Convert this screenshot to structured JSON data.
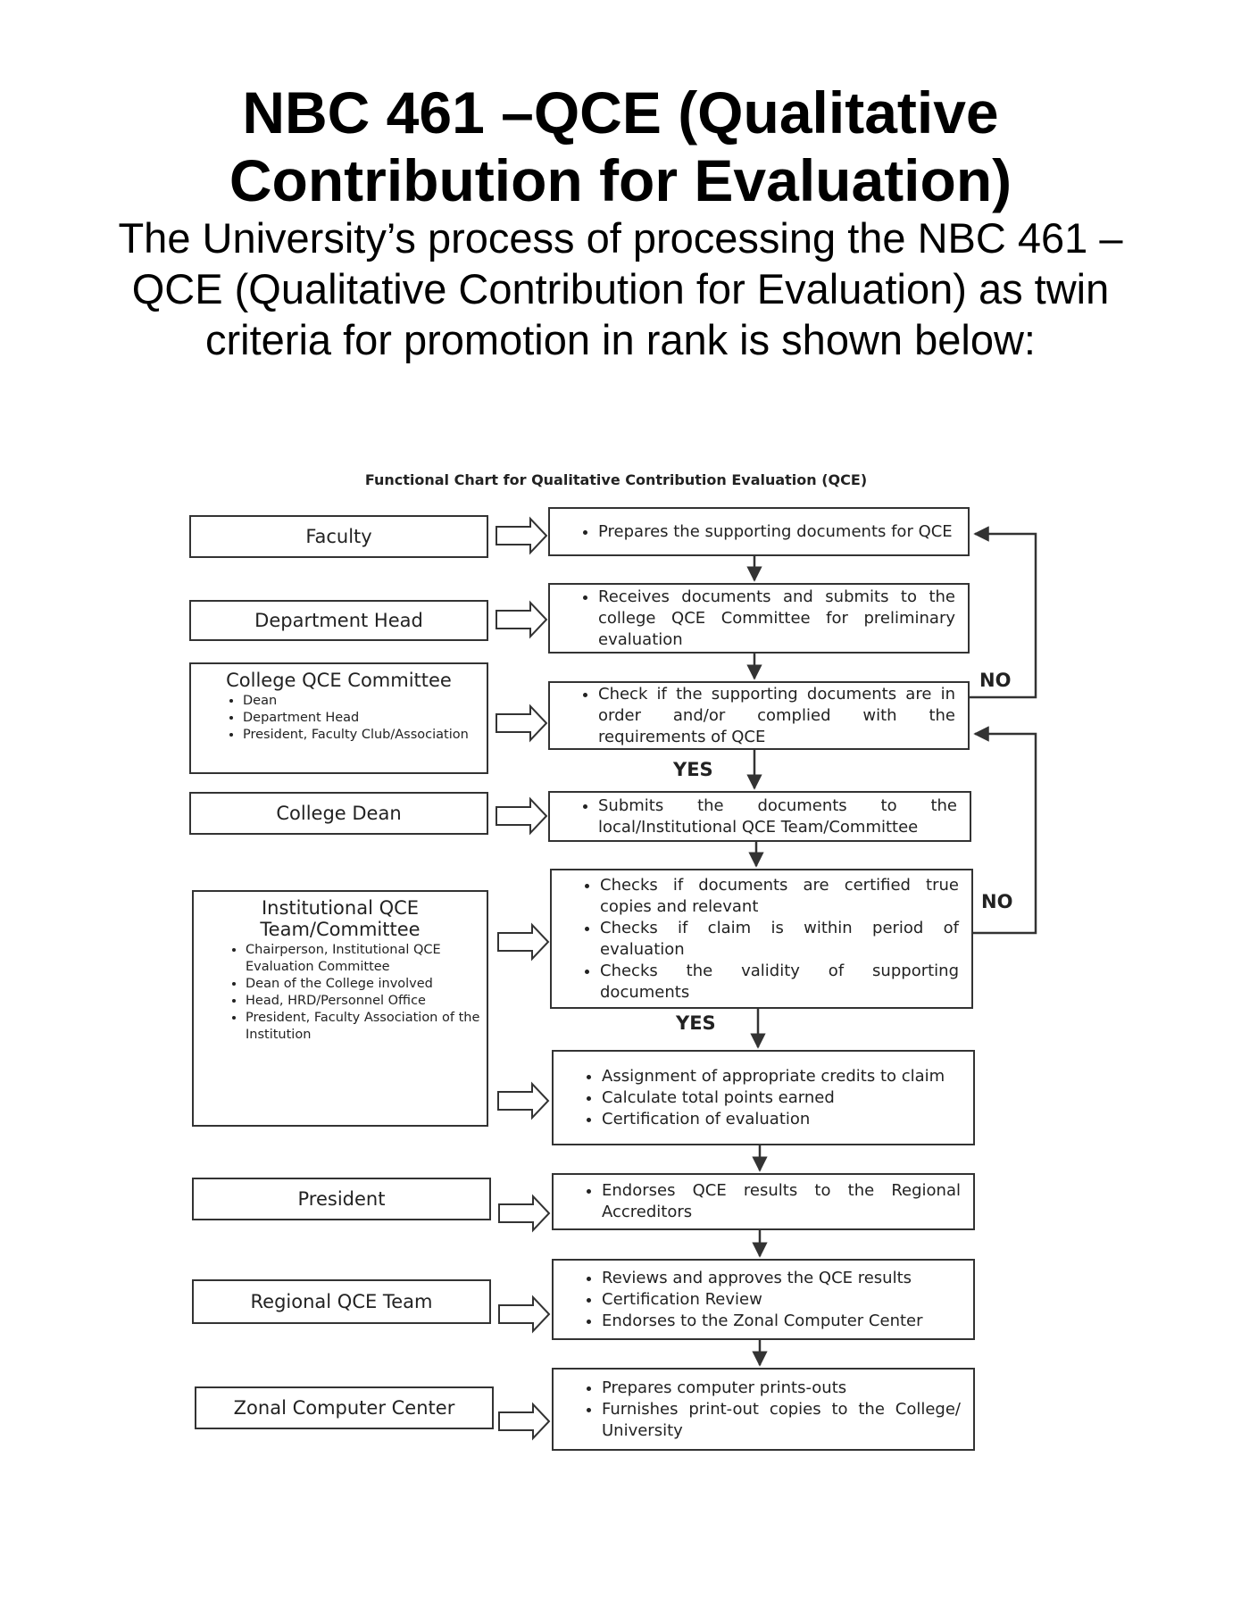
{
  "title": {
    "line1": "NBC 461 –QCE (Qualitative",
    "line2": "Contribution for Evaluation)"
  },
  "intro": {
    "line1": "The University’s process of processing the NBC 461 –",
    "line2": "QCE (Qualitative Contribution for Evaluation) as twin",
    "line3": "criteria for promotion in rank is shown below:"
  },
  "chart": {
    "title": "Functional Chart for Qualitative Contribution Evaluation (QCE)",
    "actors": {
      "faculty": {
        "label": "Faculty"
      },
      "department_head": {
        "label": "Department Head"
      },
      "college_committee": {
        "label": "College QCE Committee",
        "members": [
          "Dean",
          "Department Head",
          "President, Faculty Club/Association"
        ]
      },
      "college_dean": {
        "label": "College Dean"
      },
      "institutional_team": {
        "label_line1": "Institutional QCE",
        "label_line2": "Team/Committee",
        "members": [
          "Chairperson, Institutional QCE Evaluation Committee",
          "Dean of the College involved",
          "Head, HRD/Personnel Office",
          "President, Faculty Association of the Institution"
        ]
      },
      "president": {
        "label": "President"
      },
      "regional_team": {
        "label": "Regional QCE Team"
      },
      "zonal_center": {
        "label": "Zonal Computer Center"
      }
    },
    "steps": {
      "faculty": [
        "Prepares the supporting documents for QCE"
      ],
      "department_head": [
        "Receives documents and submits to the college QCE Committee for preliminary evaluation"
      ],
      "college_committee": [
        "Check if the supporting documents are in order and/or complied with the requirements of QCE"
      ],
      "college_dean": [
        "Submits the documents to the local/Institutional QCE Team/Committee"
      ],
      "institutional_check": [
        "Checks if documents are certified true copies and relevant",
        "Checks if claim is within period of evaluation",
        "Checks the validity of supporting documents"
      ],
      "institutional_eval": [
        "Assignment of appropriate credits to claim",
        "Calculate total points earned",
        "Certification of evaluation"
      ],
      "president": [
        "Endorses QCE results to the Regional Accreditors"
      ],
      "regional_team": [
        "Reviews and approves the QCE results",
        "Certification Review",
        "Endorses to the Zonal Computer Center"
      ],
      "zonal_center": [
        "Prepares computer prints-outs",
        "Furnishes print-out copies to the College/ University"
      ]
    },
    "decisions": {
      "no_1": "NO",
      "yes_1": "YES",
      "no_2": "NO",
      "yes_2": "YES"
    }
  }
}
